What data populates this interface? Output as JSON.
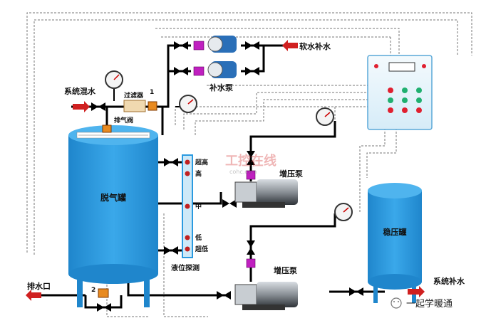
{
  "labels": {
    "system_return_water": "系统混水",
    "filter": "过滤器",
    "filter_number": "1",
    "degassing_valve": "排气阀",
    "makeup_pump": "补水泵",
    "soft_water_makeup": "软水补水",
    "degassing_tank": "脱气罐",
    "level_probe": "液位探测",
    "level_super_high": "超高",
    "level_high": "高",
    "level_mid": "中",
    "level_low": "低",
    "level_super_low": "超低",
    "booster_pump_upper": "增压泵",
    "booster_pump_lower": "增压泵",
    "pressure_tank": "稳压罐",
    "drain_outlet": "排水口",
    "drain_number": "2",
    "system_makeup_water": "系统补水",
    "watermark": "工控在线",
    "watermark_sub": "cohc.com",
    "brand": "一起学暖通"
  },
  "colors": {
    "tank_blue": "#2a9ae0",
    "pipe": "#000000",
    "valve_magenta": "#c020c0",
    "arrow_red": "#d02020",
    "cabinet": "#e8f4fb",
    "indicator_red": "#e02030",
    "indicator_green": "#20b070"
  }
}
